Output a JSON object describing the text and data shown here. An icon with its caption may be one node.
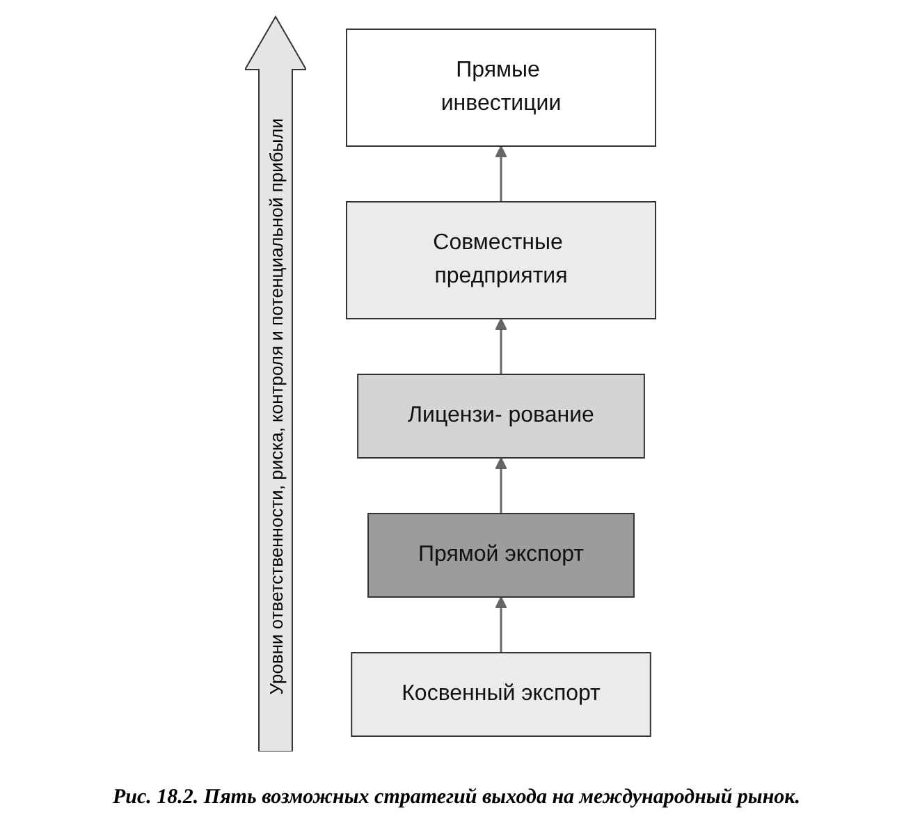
{
  "diagram": {
    "caption": "Рис. 18.2. Пять возможных стратегий выхода на международный рынок.",
    "nodes": [
      {
        "text": [
          "Прямые инвестиции"
        ]
      },
      {
        "text": [
          "Совместные предприятия"
        ]
      },
      {
        "text": [
          "Лицензи- рование"
        ]
      },
      {
        "text": [
          "Прямой экспорт"
        ]
      },
      {
        "text": [
          "Косвенный экспорт"
        ]
      }
    ],
    "edges": [
      {
        "from": 4,
        "to": 3,
        "arrow": "to"
      },
      {
        "from": 3,
        "to": 2,
        "arrow": "to"
      },
      {
        "from": 2,
        "to": 1,
        "arrow": "to"
      },
      {
        "from": 1,
        "to": 0,
        "arrow": "to"
      }
    ],
    "labels": [
      "Уровни ответственности, риска, контроля и потенциальной прибыли"
    ]
  }
}
